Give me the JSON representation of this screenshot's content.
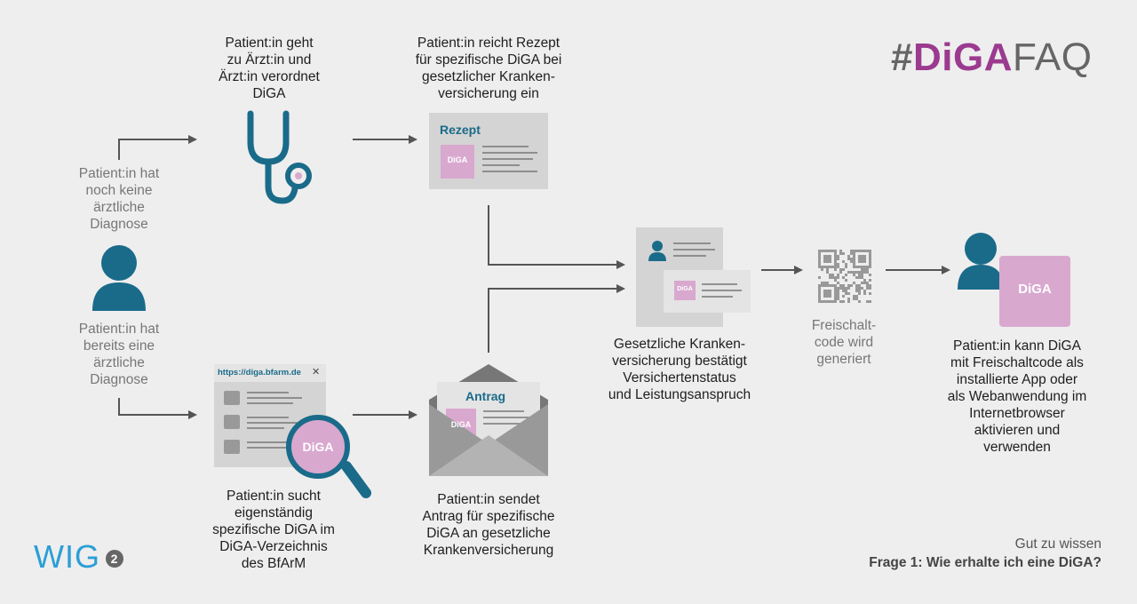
{
  "hashtag": {
    "part1": "#",
    "part2": "DiGA",
    "part3": "FAQ"
  },
  "steps": {
    "no_diagnosis": "Patient:in hat\nnoch keine\närztliche\nDiagnose",
    "has_diagnosis": "Patient:in hat\nbereits eine\närztliche\nDiagnose",
    "doctor": "Patient:in geht\nzu Ärzt:in und\nÄrzt:in verordnet\nDiGA",
    "submit_prescription": "Patient:in reicht Rezept\nfür spezifische DiGA bei\ngesetzlicher Kranken-\nversicherung ein",
    "search": "Patient:in sucht\neigenständig\nspezifische DiGA im\nDiGA-Verzeichnis\ndes BfArM",
    "send_application": "Patient:in sendet\nAntrag für spezifische\nDiGA an gesetzliche\nKrankenversicherung",
    "insurance_confirms": "Gesetzliche Kranken-\nversicherung bestätigt\nVersichertenstatus\nund Leistungsanspruch",
    "code_generated": "Freischalt-\ncode wird\ngeneriert",
    "activate": "Patient:in kann DiGA\nmit Freischaltcode als\ninstallierte App oder\nals Webanwendung im\nInternetbrowser\naktivieren und\nverwenden"
  },
  "labels": {
    "rezept": "Rezept",
    "antrag": "Antrag",
    "diga": "DiGA",
    "diga_short": "DiGA",
    "url": "https://diga.bfarm.de",
    "close": "✕"
  },
  "footer": {
    "line1": "Gut zu wissen",
    "line2": "Frage 1: Wie erhalte ich eine DiGA?"
  },
  "logo": {
    "text": "WIG",
    "badge": "2"
  },
  "colors": {
    "teal": "#1a6b8a",
    "pink": "#d9a8cf",
    "purple": "#9b3a8f",
    "gray": "#d4d4d4",
    "blue": "#2a9fd6"
  }
}
